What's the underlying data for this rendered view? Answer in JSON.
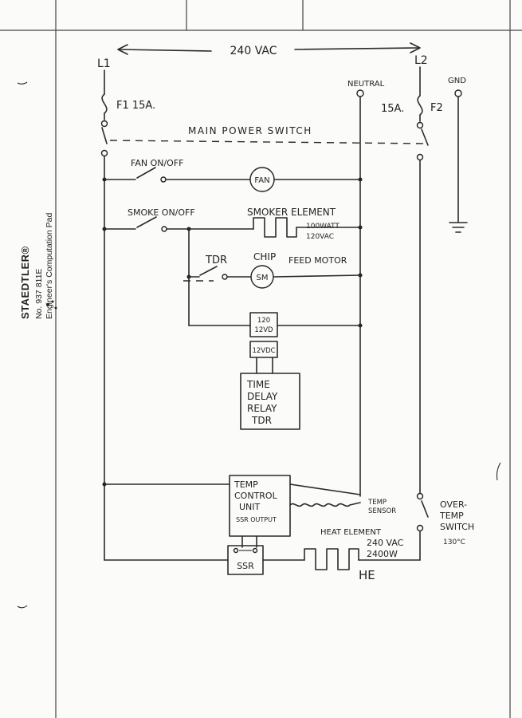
{
  "margin": {
    "brand": "STAEDTLER®",
    "pad_number": "No. 937 811E",
    "pad_name": "Engineer's Computation Pad"
  },
  "supply": {
    "voltage": "240 VAC",
    "l1": "L1",
    "l2": "L2",
    "neutral": "NEUTRAL",
    "ground": "GND"
  },
  "fuses": {
    "f1": "F1 15A.",
    "f2_rating": "15A.",
    "f2": "F2"
  },
  "switches": {
    "main": "MAIN POWER SWITCH",
    "fan": "FAN ON/OFF",
    "smoke": "SMOKE ON/OFF",
    "tdr": "TDR",
    "over_temp": "OVER-\nTEMP\nSWITCH",
    "over_temp_rating": "130°C"
  },
  "loads": {
    "fan": "FAN",
    "smoker_element": "SMOKER ELEMENT",
    "smoker_watt": "100WATT",
    "smoker_volt": "120VAC",
    "chip": "CHIP",
    "feed_motor": "FEED MOTOR",
    "sm": "SM",
    "heat_element": "HEAT ELEMENT",
    "heat_volt": "240 VAC",
    "heat_watt": "2400W",
    "he": "HE"
  },
  "transformer": {
    "in_a": "120",
    "in_b": "12VD",
    "out": "12VDC"
  },
  "tdr_box": {
    "line1": "TIME",
    "line2": "DELAY",
    "line3": "RELAY",
    "line4": "TDR"
  },
  "temp_unit": {
    "line1": "TEMP",
    "line2": "CONTROL",
    "line3": "UNIT",
    "ssr_output": "SSR OUTPUT",
    "sensor_line1": "TEMP",
    "sensor_line2": "SENSOR"
  },
  "ssr": {
    "label": "SSR"
  }
}
